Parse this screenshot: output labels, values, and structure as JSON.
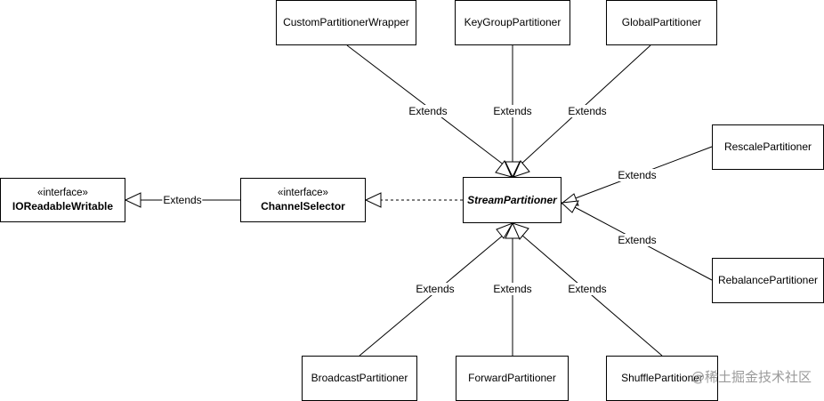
{
  "nodes": {
    "custom_wrapper": {
      "label": "CustomPartitionerWrapper"
    },
    "keygroup": {
      "label": "KeyGroupPartitioner"
    },
    "global": {
      "label": "GlobalPartitioner"
    },
    "rescale": {
      "label": "RescalePartitioner"
    },
    "rebalance": {
      "label": "RebalancePartitioner"
    },
    "broadcast": {
      "label": "BroadcastPartitioner"
    },
    "forward": {
      "label": "ForwardPartitioner"
    },
    "shuffle": {
      "label": "ShufflePartitioner"
    },
    "stream_partitioner": {
      "label": "StreamPartitioner"
    },
    "channel_selector": {
      "stereotype": "«interface»",
      "label": "ChannelSelector"
    },
    "io_readable_writable": {
      "stereotype": "«interface»",
      "label": "IOReadableWritable"
    }
  },
  "edges": {
    "custom_wrapper": "Extends",
    "keygroup": "Extends",
    "global": "Extends",
    "rescale": "Extends",
    "rebalance": "Extends",
    "broadcast": "Extends",
    "forward": "Extends",
    "shuffle": "Extends",
    "channel_selector": "Extends"
  },
  "watermark": "@稀土掘金技术社区"
}
